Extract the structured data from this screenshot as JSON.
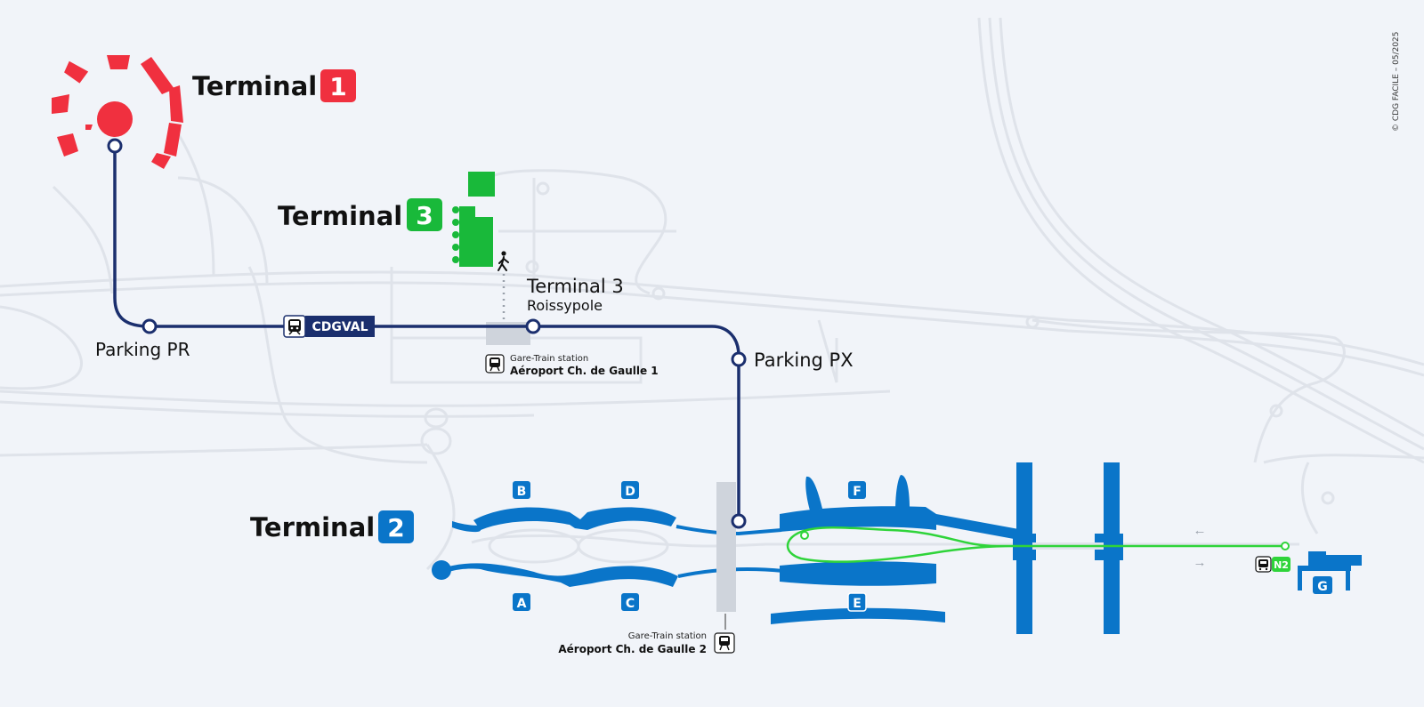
{
  "colors": {
    "background": "#f1f4f9",
    "road": "#dfe3ea",
    "line_cdgval": "#1b2f6e",
    "terminal_1": "#f0303f",
    "terminal_2": "#0a75c9",
    "terminal_3": "#19b93a",
    "bus_n2": "#2fd43a",
    "gray_block": "#cfd4dc"
  },
  "terminals": {
    "t1": {
      "label": "Terminal",
      "number": "1"
    },
    "t2": {
      "label": "Terminal",
      "number": "2"
    },
    "t3": {
      "label": "Terminal",
      "number": "3"
    }
  },
  "cdgval": {
    "label": "CDGVAL",
    "icon": "tram-icon"
  },
  "stops": {
    "parking_pr": "Parking PR",
    "parking_px": "Parking PX",
    "terminal3_title": "Terminal 3",
    "terminal3_sub": "Roissypole"
  },
  "stations": {
    "cdg1": {
      "caption": "Gare-Train station",
      "name": "Aéroport Ch. de Gaulle 1",
      "icon": "train-icon"
    },
    "cdg2": {
      "caption": "Gare-Train station",
      "name": "Aéroport Ch. de Gaulle 2",
      "icon": "train-icon"
    }
  },
  "halls": [
    "A",
    "B",
    "C",
    "D",
    "E",
    "F",
    "G"
  ],
  "bus": {
    "label": "N2",
    "icon": "bus-icon"
  },
  "arrows": {
    "left": "←",
    "right": "→"
  },
  "walk_icon": "walking-person-icon",
  "credit": "© CDG FACILE – 05/2025"
}
